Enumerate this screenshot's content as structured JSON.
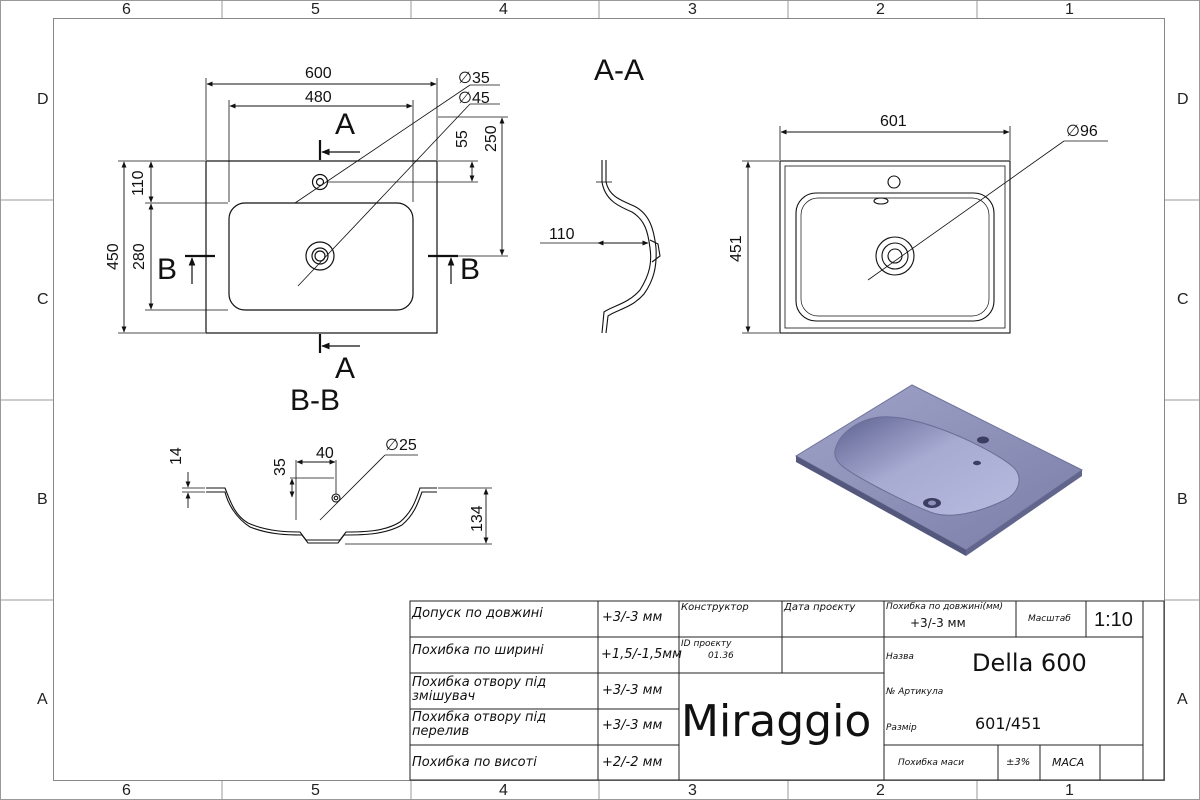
{
  "frame": {
    "columns": [
      "6",
      "5",
      "4",
      "3",
      "2",
      "1"
    ],
    "rows": [
      "D",
      "C",
      "B",
      "A"
    ]
  },
  "views": {
    "section_aa": "A-A",
    "section_bb": "B-B",
    "cut_marker_a": "A",
    "cut_marker_b": "B"
  },
  "dimensions": {
    "top_width_600": "600",
    "top_bowl_480": "480",
    "top_d35": "∅35",
    "top_d45": "∅45",
    "top_55": "55",
    "top_250": "250",
    "top_110": "110",
    "top_450": "450",
    "top_280": "280",
    "aa_110": "110",
    "right_601": "601",
    "right_451": "451",
    "right_d96": "∅96",
    "bb_14": "14",
    "bb_40": "40",
    "bb_35": "35",
    "bb_d25": "∅25",
    "bb_134": "134"
  },
  "title_block": {
    "rows": [
      {
        "label": "Допуск по довжині",
        "value": "+3/-3 мм"
      },
      {
        "label": "Похибка по ширині",
        "value": "+1,5/-1,5мм"
      },
      {
        "label": "Похибка отвору під змішувач",
        "value": "+3/-3 мм"
      },
      {
        "label": "Похибка отвору під перелив",
        "value": "+3/-3 мм"
      },
      {
        "label": "Похибка по висоті",
        "value": "+2/-2 мм"
      }
    ],
    "designer_label": "Конструктор",
    "project_date_label": "Дата проєкту",
    "project_id_label": "ID проєкту",
    "project_id_value": "01.36",
    "brand": "Miraggio",
    "length_tol_label": "Похибка по довжині(мм)",
    "length_tol_value": "+3/-3 мм",
    "scale_label": "Масштаб",
    "scale_value": "1:10",
    "name_label": "Назва",
    "name_value": "Della 600",
    "article_label": "№ Артикула",
    "size_label": "Размір",
    "size_value": "601/451",
    "mass_tol_label": "Похибка маси",
    "mass_tol_value": "±3%",
    "mass_label": "МАСА"
  }
}
